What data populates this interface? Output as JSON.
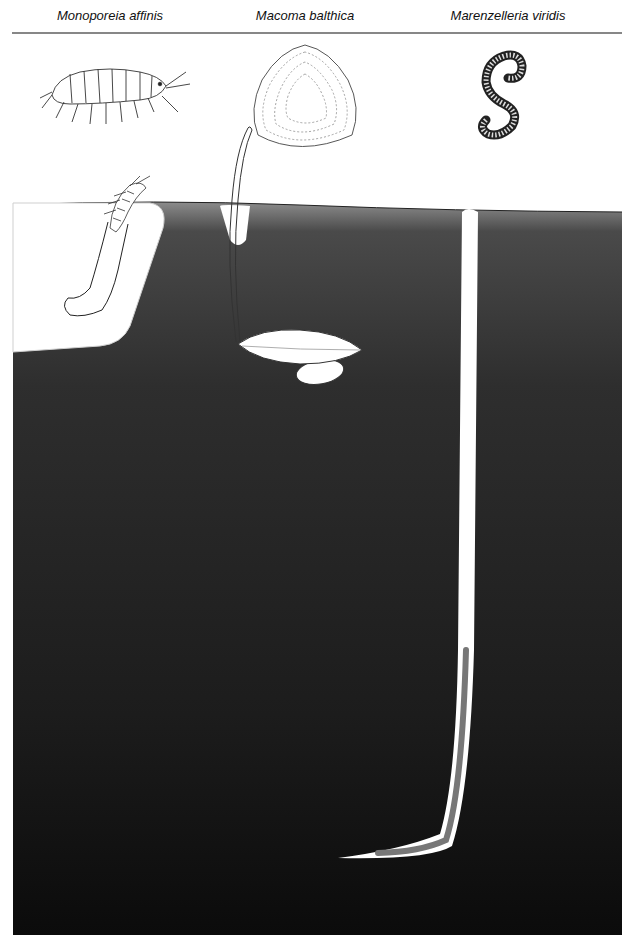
{
  "diagram": {
    "labels": [
      "Monoporeia affinis",
      "Macoma balthica",
      "Marenzelleria viridis"
    ]
  }
}
